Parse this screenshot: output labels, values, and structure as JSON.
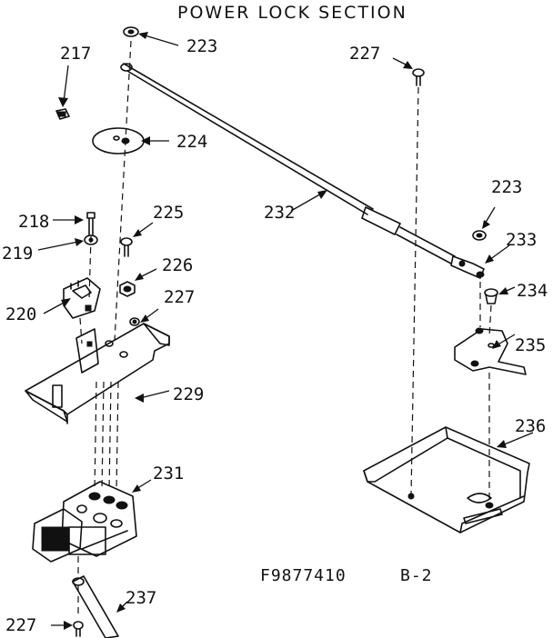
{
  "title": "POWER LOCK SECTION",
  "drawing_code": "F9877410",
  "drawing_sheet": "B-2",
  "labels": {
    "p217": "217",
    "p218": "218",
    "p219": "219",
    "p220": "220",
    "p223a": "223",
    "p223b": "223",
    "p224": "224",
    "p225": "225",
    "p226": "226",
    "p227a": "227",
    "p227b": "227",
    "p227c": "227",
    "p229": "229",
    "p231": "231",
    "p232": "232",
    "p233": "233",
    "p234": "234",
    "p235": "235",
    "p236": "236",
    "p237": "237"
  }
}
